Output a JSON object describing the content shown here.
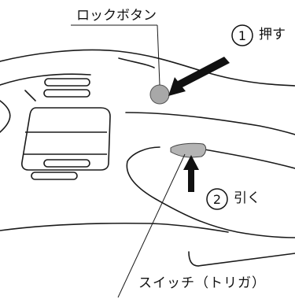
{
  "labels": {
    "lock_button": "ロックボタン",
    "push": "押す",
    "pull": "引く",
    "switch_trigger": "スイッチ（トリガ）"
  },
  "steps": [
    {
      "number": "1"
    },
    {
      "number": "2"
    }
  ],
  "colors": {
    "line": "#1a1a1a",
    "button_fill": "#a8a8a8",
    "trigger_fill": "#b4b4b4",
    "arrow": "#111111",
    "background": "#ffffff"
  },
  "icons": {
    "step1": "circled-number-1",
    "step2": "circled-number-2",
    "push_arrow": "arrow-down-left",
    "pull_arrow": "arrow-up"
  }
}
